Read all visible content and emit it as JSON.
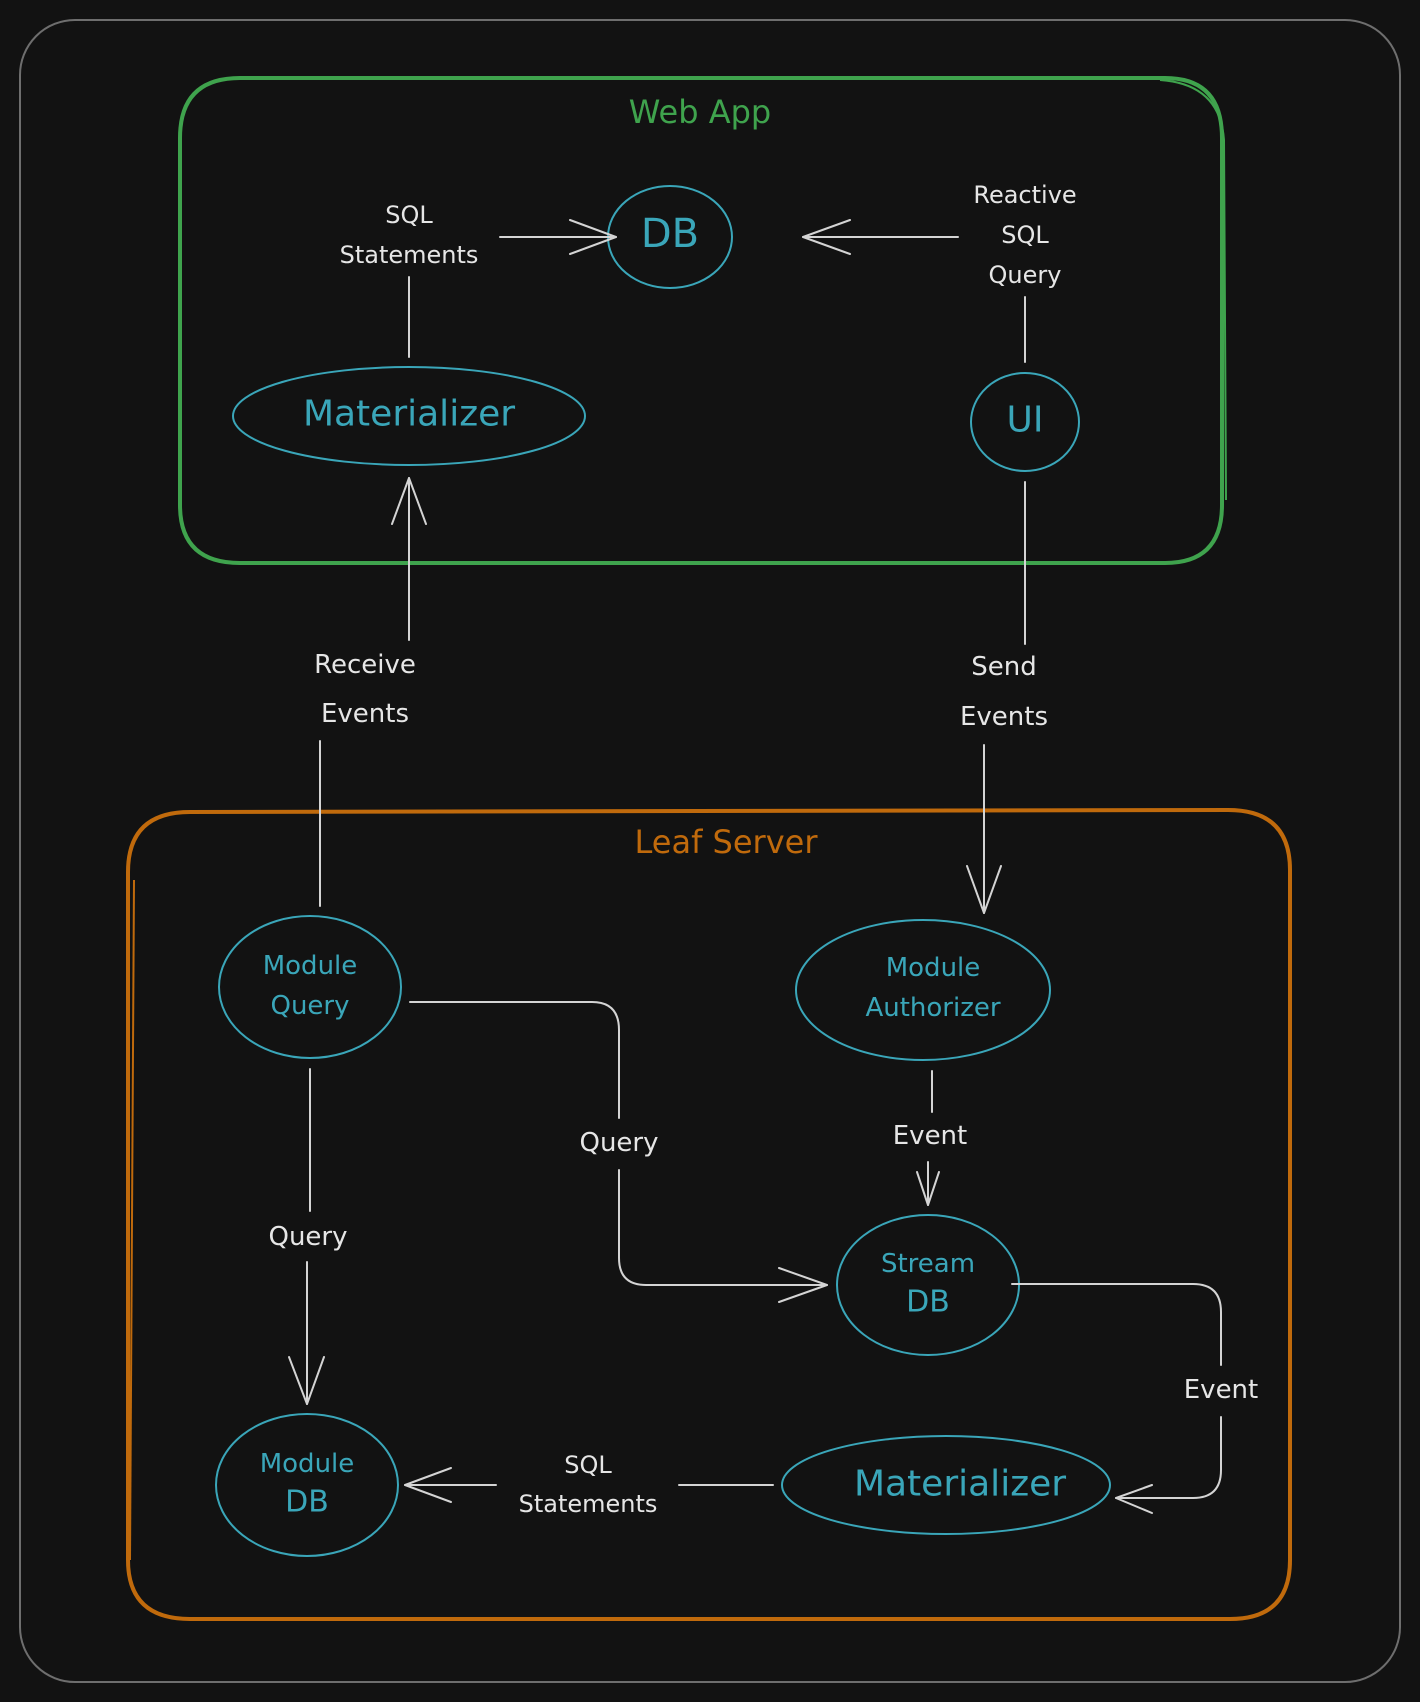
{
  "colors": {
    "background": "#121212",
    "frame": "#6e6e6e",
    "web_app_group": "#3fa34d",
    "leaf_server_group": "#c06a0c",
    "node": "#3aa6b9",
    "edge": "#d4d4d4"
  },
  "groups": {
    "web_app": {
      "title": "Web App"
    },
    "leaf_server": {
      "title": "Leaf Server"
    }
  },
  "nodes": {
    "web_db": {
      "lines": [
        "DB"
      ]
    },
    "web_materializer": {
      "lines": [
        "Materializer"
      ]
    },
    "web_ui": {
      "lines": [
        "UI"
      ]
    },
    "module_query": {
      "lines": [
        "Module",
        "Query"
      ]
    },
    "module_authorizer": {
      "lines": [
        "Module",
        "Authorizer"
      ]
    },
    "stream_db": {
      "lines": [
        "Stream",
        "DB"
      ]
    },
    "module_db": {
      "lines": [
        "Module",
        "DB"
      ]
    },
    "leaf_materializer": {
      "lines": [
        "Materializer"
      ]
    }
  },
  "edges": {
    "web_sql_statements": {
      "from": "Materializer",
      "to": "DB",
      "lines": [
        "SQL",
        "Statements"
      ]
    },
    "reactive_sql_query": {
      "from": "UI",
      "to": "DB",
      "lines": [
        "Reactive",
        "SQL",
        "Query"
      ]
    },
    "receive_events": {
      "from": "Module Query",
      "to": "Materializer",
      "lines": [
        "Receive",
        "Events"
      ]
    },
    "send_events": {
      "from": "UI",
      "to": "Module Authorizer",
      "lines": [
        "Send",
        "Events"
      ]
    },
    "query_to_stream": {
      "from": "Module Query",
      "to": "Stream DB",
      "lines": [
        "Query"
      ]
    },
    "query_to_module_db": {
      "from": "Module Query",
      "to": "Module DB",
      "lines": [
        "Query"
      ]
    },
    "auth_event": {
      "from": "Module Authorizer",
      "to": "Stream DB",
      "lines": [
        "Event"
      ]
    },
    "stream_event": {
      "from": "Stream DB",
      "to": "Materializer",
      "lines": [
        "Event"
      ]
    },
    "leaf_sql_statements": {
      "from": "Materializer",
      "to": "Module DB",
      "lines": [
        "SQL",
        "Statements"
      ]
    }
  }
}
